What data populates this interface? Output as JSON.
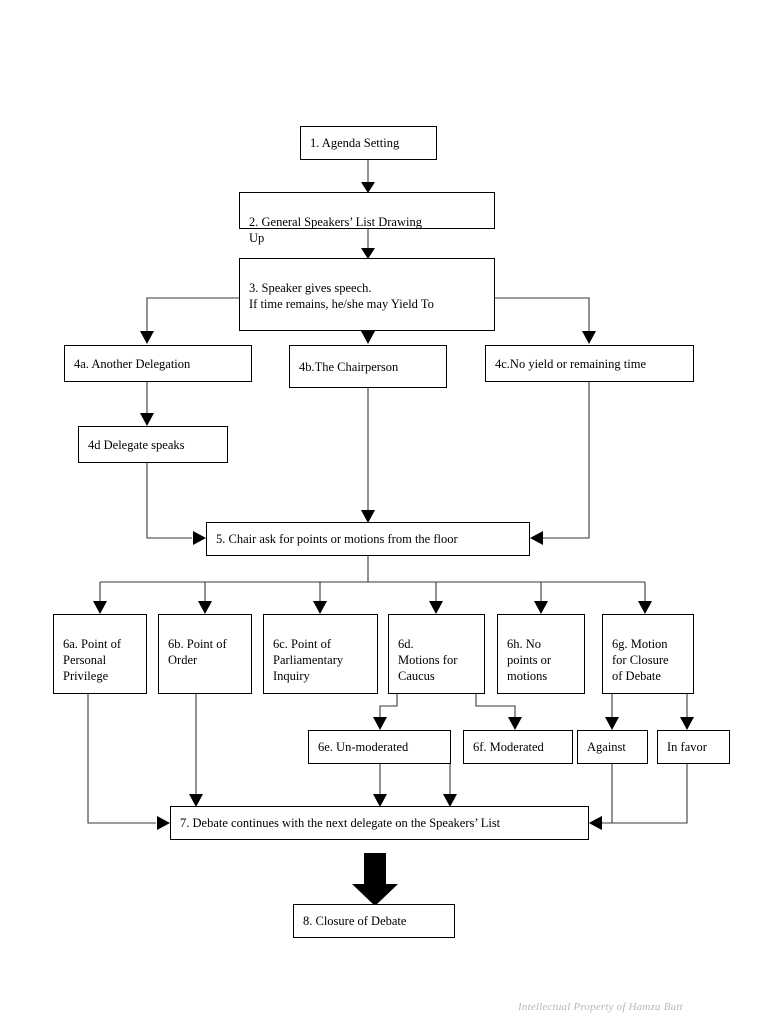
{
  "document": {
    "type": "flowchart",
    "title": "Model UN Debate Procedure Flowchart",
    "footer": "Intellectual Property of Hamza Butt"
  },
  "colors": {
    "box_border": "#000000",
    "box_fill": "#ffffff",
    "text": "#000000",
    "connector": "#3a3a3a",
    "footer_text": "#b8b8b8"
  },
  "nodes": {
    "n1": {
      "label": "1. Agenda Setting"
    },
    "n2": {
      "label": "2. General Speakers’ List Drawing\nUp"
    },
    "n3": {
      "label": "3. Speaker gives speech.\nIf time remains, he/she may Yield To"
    },
    "n4a": {
      "label": "4a. Another Delegation"
    },
    "n4b": {
      "label": "4b.The Chairperson"
    },
    "n4c": {
      "label": "4c.No yield or remaining time"
    },
    "n4d": {
      "label": "4d Delegate speaks"
    },
    "n5": {
      "label": "5. Chair ask for points or motions from the floor"
    },
    "n6a": {
      "label": "6a. Point of\nPersonal\nPrivilege"
    },
    "n6b": {
      "label": "6b. Point of\nOrder"
    },
    "n6c": {
      "label": "6c. Point of\nParliamentary\nInquiry"
    },
    "n6d": {
      "label": "6d.\nMotions for\nCaucus"
    },
    "n6h": {
      "label": "6h. No\npoints or\nmotions"
    },
    "n6g": {
      "label": "6g. Motion\nfor Closure\nof Debate"
    },
    "n6e": {
      "label": "6e. Un-moderated"
    },
    "n6f": {
      "label": "6f. Moderated"
    },
    "nagainst": {
      "label": "Against"
    },
    "ninfavor": {
      "label": "In favor"
    },
    "n7": {
      "label": "7. Debate continues with the next delegate on the Speakers’ List"
    },
    "n8": {
      "label": "8. Closure of Debate"
    }
  },
  "edges": [
    {
      "from": "n1",
      "to": "n2",
      "style": "straight-down"
    },
    {
      "from": "n2",
      "to": "n3",
      "style": "straight-down"
    },
    {
      "from": "n3",
      "to": "n4a",
      "style": "branch-left"
    },
    {
      "from": "n3",
      "to": "n4b",
      "style": "straight-down"
    },
    {
      "from": "n3",
      "to": "n4c",
      "style": "branch-right"
    },
    {
      "from": "n4a",
      "to": "n4d",
      "style": "straight-down"
    },
    {
      "from": "n4b",
      "to": "n5",
      "style": "straight-down"
    },
    {
      "from": "n4d",
      "to": "n5",
      "style": "down-then-right"
    },
    {
      "from": "n4c",
      "to": "n5",
      "style": "down-then-left"
    },
    {
      "from": "n5",
      "to": "n6a",
      "style": "bus-down"
    },
    {
      "from": "n5",
      "to": "n6b",
      "style": "bus-down"
    },
    {
      "from": "n5",
      "to": "n6c",
      "style": "bus-down"
    },
    {
      "from": "n5",
      "to": "n6d",
      "style": "bus-down"
    },
    {
      "from": "n5",
      "to": "n6h",
      "style": "bus-down"
    },
    {
      "from": "n5",
      "to": "n6g",
      "style": "bus-down"
    },
    {
      "from": "n6d",
      "to": "n6e",
      "style": "split-down"
    },
    {
      "from": "n6d",
      "to": "n6f",
      "style": "split-down"
    },
    {
      "from": "n6g",
      "to": "nagainst",
      "style": "split-down"
    },
    {
      "from": "n6g",
      "to": "ninfavor",
      "style": "split-down"
    },
    {
      "from": "n6a",
      "to": "n7",
      "style": "down-then-right"
    },
    {
      "from": "n6b",
      "to": "n7",
      "style": "straight-down"
    },
    {
      "from": "n6e",
      "to": "n7",
      "style": "straight-down"
    },
    {
      "from": "n6f",
      "to": "n7",
      "style": "straight-down"
    },
    {
      "from": "nagainst",
      "to": "n7",
      "style": "down-then-left"
    },
    {
      "from": "ninfavor",
      "to": "n7",
      "style": "down-then-left"
    },
    {
      "from": "n7",
      "to": "n8",
      "style": "block-arrow"
    }
  ]
}
